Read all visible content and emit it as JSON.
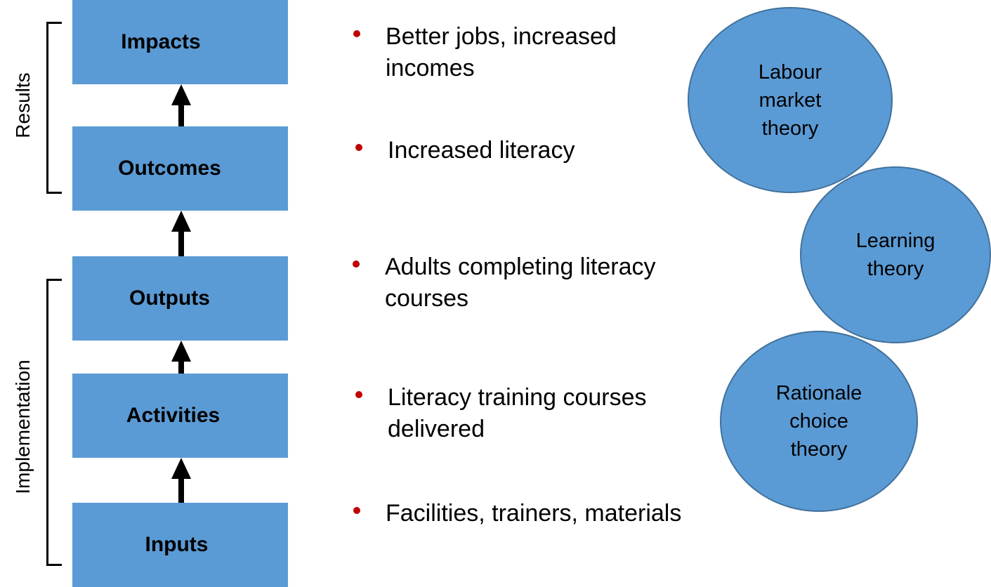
{
  "colors": {
    "box_fill": "#5b9bd5",
    "circle_fill": "#5b9bd5",
    "circle_border": "#41719c",
    "bullet": "#c00000",
    "arrow": "#000000"
  },
  "groups": {
    "results_label": "Results",
    "implementation_label": "Implementation"
  },
  "stages": {
    "impacts": "Impacts",
    "outcomes": "Outcomes",
    "outputs": "Outputs",
    "activities": "Activities",
    "inputs": "Inputs"
  },
  "examples": {
    "impacts": {
      "line1": "Better jobs, increased",
      "line2": "incomes"
    },
    "outcomes": {
      "line1": "Increased literacy"
    },
    "outputs": {
      "line1": "Adults completing literacy",
      "line2": "courses"
    },
    "activities": {
      "line1": "Literacy training courses",
      "line2": "delivered"
    },
    "inputs": {
      "line1": "Facilities, trainers, materials"
    }
  },
  "theories": {
    "labour": {
      "line1": "Labour",
      "line2": "market",
      "line3": "theory"
    },
    "learning": {
      "line1": "Learning",
      "line2": "theory"
    },
    "rational": {
      "line1": "Rationale",
      "line2": "choice",
      "line3": "theory"
    }
  }
}
